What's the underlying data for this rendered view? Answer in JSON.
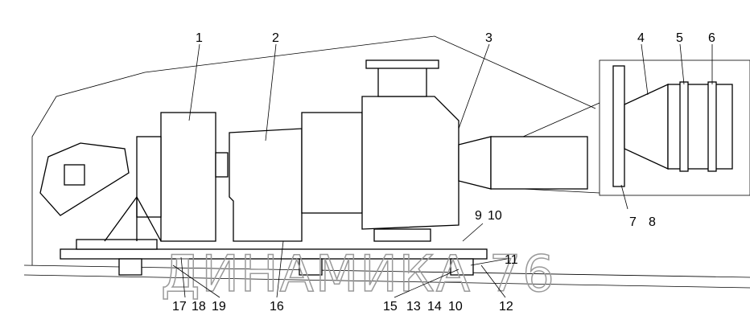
{
  "title": "Pump unit assembly drawing",
  "watermark": "ДИНАМИКА 76",
  "callouts": [
    "1",
    "2",
    "3",
    "4",
    "5",
    "6",
    "7",
    "8",
    "9",
    "10",
    "11",
    "12",
    "13",
    "14",
    "10",
    "15",
    "16",
    "17",
    "18",
    "19"
  ]
}
